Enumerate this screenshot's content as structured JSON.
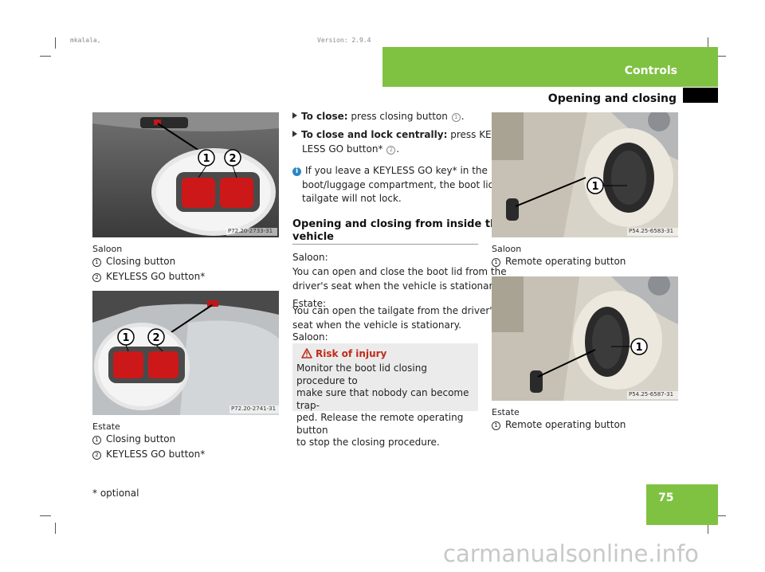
{
  "header": {
    "section": "Controls",
    "chapter": "Opening and closing",
    "top_left_small": "mkalala,",
    "top_center_small": "Version: 2.9.4"
  },
  "page_number": "75",
  "colors": {
    "green": "#7fc242",
    "warning_red": "#c02a1a",
    "info_blue": "#2b86c5"
  },
  "left_column": {
    "fig1": {
      "photo_code": "P72.20-2733-31",
      "caption": "Saloon",
      "items": [
        {
          "num": "1",
          "text": "Closing button"
        },
        {
          "num": "2",
          "text": "KEYLESS GO button*"
        }
      ]
    },
    "fig2": {
      "photo_code": "P72.20-2741-31",
      "caption": "Estate",
      "items": [
        {
          "num": "1",
          "text": "Closing button"
        },
        {
          "num": "2",
          "text": "KEYLESS GO button*"
        }
      ]
    }
  },
  "middle_column": {
    "step1_bold": "To close:",
    "step1_text": "press closing button",
    "step1_num": "1",
    "step1_end": ".",
    "step2_bold": "To close and lock centrally:",
    "step2_text": "press KEY-",
    "step2_line2": "LESS GO button*",
    "step2_num": "2",
    "step2_end": ".",
    "info_line1": "If you leave a KEYLESS GO key* in the",
    "info_line2": "boot/luggage compartment, the boot lid/",
    "info_line3": "tailgate will not lock.",
    "subheading_line1": "Opening and closing from inside the",
    "subheading_line2": "vehicle",
    "p1": "Saloon:",
    "p2_line1": "You can open and close the boot lid from the",
    "p2_line2": "driver's seat when the vehicle is stationary.",
    "p3": "Estate:",
    "p4_line1": "You can open the tailgate from the driver's",
    "p4_line2": "seat when the vehicle is stationary.",
    "p5": "Saloon:",
    "warning": {
      "title": "Risk of injury",
      "line1": "Monitor the boot lid closing procedure to",
      "line2": "make sure that nobody can become trap-",
      "line3": "ped. Release the remote operating button",
      "line4": "to stop the closing procedure."
    }
  },
  "right_column": {
    "fig3": {
      "photo_code": "P54.25-6583-31",
      "caption": "Saloon",
      "items": [
        {
          "num": "1",
          "text": "Remote operating button"
        }
      ]
    },
    "fig4": {
      "photo_code": "P54.25-6587-31",
      "caption": "Estate",
      "items": [
        {
          "num": "1",
          "text": "Remote operating button"
        }
      ]
    }
  },
  "footnote": "* optional",
  "watermark": "carmanualsonline.info"
}
